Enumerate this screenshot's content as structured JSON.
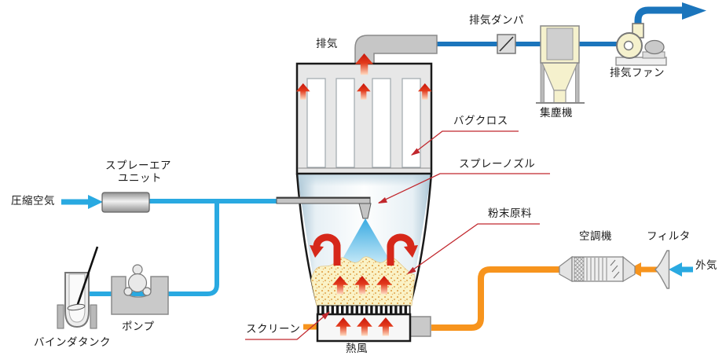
{
  "diagram": {
    "title_context": "fluid-bed-granulator-process-diagram",
    "labels": {
      "exhaust": "排気",
      "exhaust_damper": "排気ダンパ",
      "dust_collector": "集塵機",
      "exhaust_fan": "排気ファン",
      "bag_cloth": "バグクロス",
      "spray_nozzle": "スプレーノズル",
      "powder_material": "粉末原料",
      "compressed_air": "圧縮空気",
      "spray_air_unit_line1": "スプレーエア",
      "spray_air_unit_line2": "ユニット",
      "binder_tank": "バインダタンク",
      "pump": "ポンプ",
      "screen": "スクリーン",
      "hot_air": "熱風",
      "air_conditioner": "空調機",
      "filter": "フィルタ",
      "outside_air": "外気"
    },
    "colors": {
      "liquid_air_line_blue": "#29A9E1",
      "exhaust_line_blue": "#1B75BC",
      "hot_air_line_orange": "#F7941D",
      "flow_arrow_red": "#D6281A",
      "annotation_red": "#C1272D",
      "equipment_gray": "#C9C9C9",
      "equipment_cream": "#F5F1CD",
      "powder_bed_yellow": "#FAF2C6",
      "chamber_gray": "#E7E7E7"
    }
  }
}
